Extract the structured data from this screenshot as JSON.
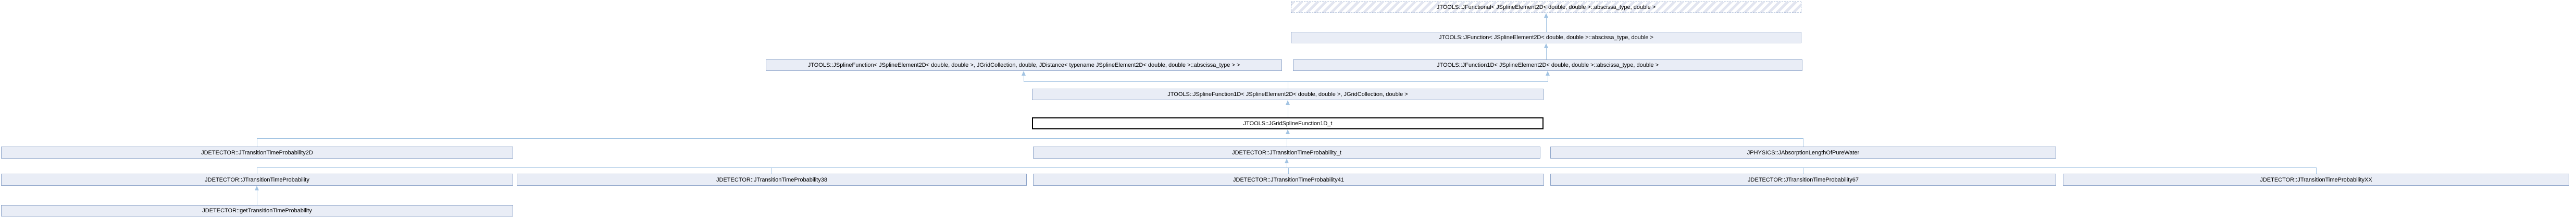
{
  "diagram_type": "class-inheritance-graph",
  "colors": {
    "node_fill": "#e9edf6",
    "node_border": "#8da4c9",
    "highlight_border": "#000000",
    "edge_color": "#a3c4e3",
    "text": "#000000"
  },
  "nodes": {
    "jfunctional": "JTOOLS::JFunctional< JSplineElement2D< double, double >::abscissa_type, double >",
    "jfunction": "JTOOLS::JFunction< JSplineElement2D< double, double >::abscissa_type, double >",
    "jsplinefunction": "JTOOLS::JSplineFunction< JSplineElement2D< double, double >, JGridCollection, double, JDistance< typename JSplineElement2D< double, double >::abscissa_type > >",
    "jfunction1d": "JTOOLS::JFunction1D< JSplineElement2D< double, double >::abscissa_type, double >",
    "jsplinefunction1d": "JTOOLS::JSplineFunction1D< JSplineElement2D< double, double >, JGridCollection, double >",
    "jgridsplinefunction1d_t": "JTOOLS::JGridSplineFunction1D_t",
    "jtransitiontimeprobability2d": "JDETECTOR::JTransitionTimeProbability2D",
    "jtransitiontimeprobability_t": "JDETECTOR::JTransitionTimeProbability_t",
    "jabsorptionlengthofpurewater": "JPHYSICS::JAbsorptionLengthOfPureWater",
    "jtransitiontimeprobability": "JDETECTOR::JTransitionTimeProbability",
    "jtransitiontimeprobability38": "JDETECTOR::JTransitionTimeProbability38",
    "jtransitiontimeprobability41": "JDETECTOR::JTransitionTimeProbability41",
    "jtransitiontimeprobability67": "JDETECTOR::JTransitionTimeProbability67",
    "jtransitiontimeprobabilityxx": "JDETECTOR::JTransitionTimeProbabilityXX",
    "gettransitiontimeprobability": "JDETECTOR::getTransitionTimeProbability"
  },
  "edges": [
    {
      "from": "jfunction",
      "to": "jfunctional",
      "type": "inheritance"
    },
    {
      "from": "jfunction1d",
      "to": "jfunction",
      "type": "inheritance"
    },
    {
      "from": "jsplinefunction1d",
      "to": "jsplinefunction",
      "type": "inheritance"
    },
    {
      "from": "jsplinefunction1d",
      "to": "jfunction1d",
      "type": "inheritance"
    },
    {
      "from": "jgridsplinefunction1d_t",
      "to": "jsplinefunction1d",
      "type": "inheritance"
    },
    {
      "from": "jtransitiontimeprobability2d",
      "to": "jgridsplinefunction1d_t",
      "type": "inheritance"
    },
    {
      "from": "jtransitiontimeprobability_t",
      "to": "jgridsplinefunction1d_t",
      "type": "inheritance"
    },
    {
      "from": "jabsorptionlengthofpurewater",
      "to": "jgridsplinefunction1d_t",
      "type": "inheritance"
    },
    {
      "from": "jtransitiontimeprobability",
      "to": "jtransitiontimeprobability_t",
      "type": "inheritance"
    },
    {
      "from": "jtransitiontimeprobability38",
      "to": "jtransitiontimeprobability_t",
      "type": "inheritance"
    },
    {
      "from": "jtransitiontimeprobability41",
      "to": "jtransitiontimeprobability_t",
      "type": "inheritance"
    },
    {
      "from": "jtransitiontimeprobability67",
      "to": "jtransitiontimeprobability_t",
      "type": "inheritance"
    },
    {
      "from": "jtransitiontimeprobabilityxx",
      "to": "jtransitiontimeprobability_t",
      "type": "inheritance"
    },
    {
      "from": "gettransitiontimeprobability",
      "to": "jtransitiontimeprobability",
      "type": "inheritance"
    }
  ]
}
